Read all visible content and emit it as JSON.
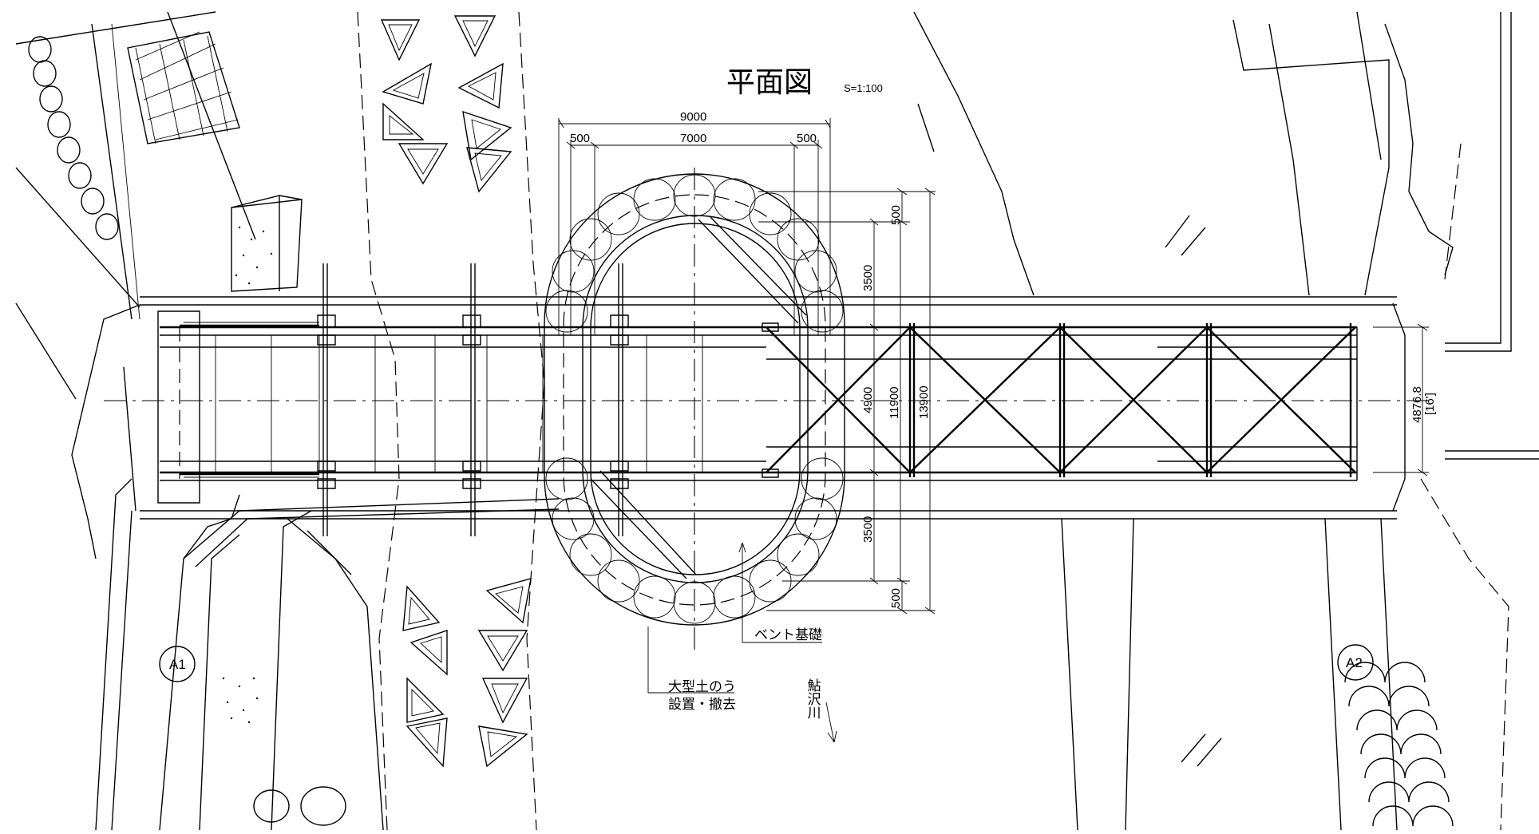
{
  "title": "平面図",
  "scale": "S=1:100",
  "dimensions": {
    "d9000": "9000",
    "d7000": "7000",
    "d500_left": "500",
    "d500_right": "500",
    "d500_top": "500",
    "d500_bottom": "500",
    "d3500_top": "3500",
    "d3500_bottom": "3500",
    "d4900": "4900",
    "d11900": "11900",
    "d13900": "13900",
    "d4876": "4876.8",
    "d16": "[16']"
  },
  "labels": {
    "bent_foundation": "ベント基礎",
    "sandbag_line1": "大型土のう",
    "sandbag_line2": "設置・撤去",
    "river": "鮎沢川",
    "abutment_a1": "A1",
    "abutment_a2": "A2"
  }
}
